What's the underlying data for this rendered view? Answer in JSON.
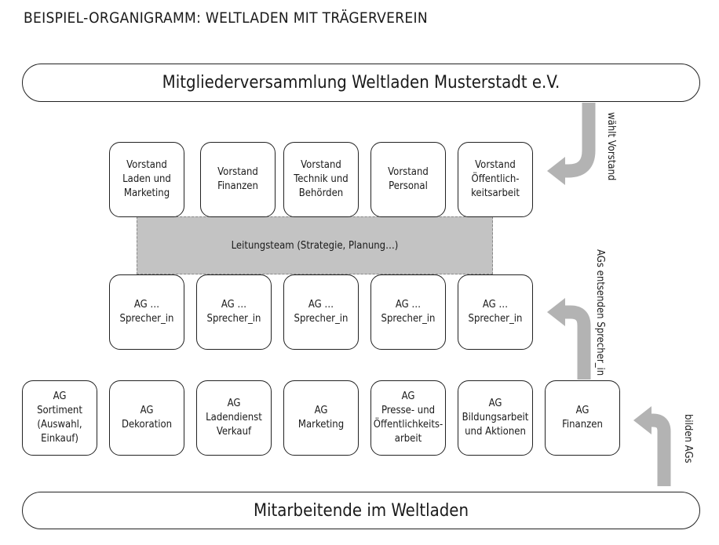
{
  "title": "BEISPIEL-ORGANIGRAMM: WELTLADEN MIT TRÄGERVEREIN",
  "top_bar": "Mitgliederversammlung Weltladen Musterstadt e.V.",
  "bottom_bar": "Mitarbeitende im Weltladen",
  "vorstand": [
    "Vorstand\nLaden und\nMarketing",
    "Vorstand\nFinanzen",
    "Vorstand\nTechnik und\nBehörden",
    "Vorstand\nPersonal",
    "Vorstand\nÖffentlich-\nkeitsarbeit"
  ],
  "leitungsteam": "Leitungsteam (Strategie, Planung…)",
  "sprecher": [
    "AG …\nSprecher_in",
    "AG …\nSprecher_in",
    "AG …\nSprecher_in",
    "AG …\nSprecher_in",
    "AG …\nSprecher_in"
  ],
  "ags": [
    "AG\nSortiment\n(Auswahl,\nEinkauf)",
    "AG\nDekoration",
    "AG\nLadendienst\nVerkauf",
    "AG\nMarketing",
    "AG\nPresse- und\nÖffentlichkeits-\narbeit",
    "AG\nBildungsarbeit\nund Aktionen",
    "AG\nFinanzen"
  ],
  "arrow_labels": {
    "waehlt": "wählt Vorstand",
    "entsenden": "AGs entsenden Sprecher_in",
    "bilden": "bilden AGs"
  },
  "colors": {
    "arrow": "#b3b3b3",
    "band": "#c3c3c3",
    "border": "#222222"
  }
}
